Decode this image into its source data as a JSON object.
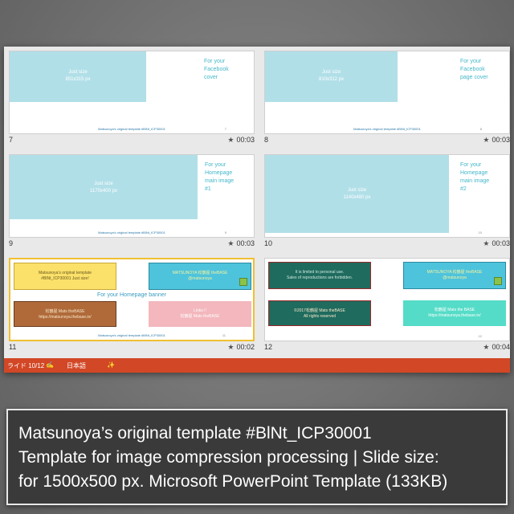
{
  "slides": [
    {
      "number": "7",
      "duration": "00:03",
      "caption_lines": [
        "Just size",
        "851x315 px"
      ],
      "side_text": [
        "For your",
        "Facebook",
        "cover"
      ],
      "footer": "Matsunoya's original template #BlNt_ICP30001",
      "page": "7"
    },
    {
      "number": "8",
      "duration": "00:03",
      "caption_lines": [
        "Just size",
        "810x312 px"
      ],
      "side_text": [
        "For your",
        "Facebook",
        "page cover"
      ],
      "footer": "Matsunoya's original template #BlNt_ICP30001",
      "page": "8"
    },
    {
      "number": "9",
      "duration": "00:03",
      "caption_lines": [
        "Just size",
        "1170x400 px"
      ],
      "side_text": [
        "For your",
        "Homepage",
        "main image",
        "#1"
      ],
      "footer": "Matsunoya's original template #BlNt_ICP30001",
      "page": "9"
    },
    {
      "number": "10",
      "duration": "00:03",
      "caption_lines": [
        "Just size",
        "1140x480 px"
      ],
      "side_text": [
        "For your",
        "Homepage",
        "main image",
        "#2"
      ],
      "footer": "Matsunoya's original template #BlNt_ICP30001",
      "page": "10"
    },
    {
      "number": "11",
      "duration": "00:02",
      "title": "For your Homepage banner",
      "banners": [
        [
          "Matsunoya's original template",
          "#BlNt_ICP30001      Just size!"
        ],
        [
          "MATSUNOYA 松鶴屋 theBASE",
          "@matsunoya"
        ],
        [
          "松鶴屋 Mats theBASE",
          "https://matsunoya.thebase.in/"
        ],
        [
          "Links !!",
          "松鶴屋 Mats theBASE"
        ]
      ],
      "footer": "Matsunoya's original template #BlNt_ICP30001",
      "page": "11"
    },
    {
      "number": "12",
      "duration": "00:04",
      "banners": [
        [
          "It is limited to personal use.",
          "Sales of reproductions are forbidden."
        ],
        [
          "MATSUNOYA 松鶴屋 theBASE",
          "@matsunoya"
        ],
        [
          "©2017松鶴屋 Mats theBASE",
          "All rights reserved"
        ],
        [
          "松鶴屋 Mats the BASE",
          "https://matsunoya.thebase.in/"
        ]
      ],
      "footer": "",
      "page": "12"
    }
  ],
  "status_bar": {
    "slide_indicator": "ライド 10/12",
    "language": "日本語"
  },
  "caption": {
    "lines": [
      "Matsunoya’s original template #BlNt_ICP30001",
      "Template for image compression processing | Slide size:",
      "for 1500x500 px. Microsoft PowerPoint Template (133KB)"
    ]
  },
  "colors": {
    "accent": "#d24726",
    "slide_blue": "#b1dfe8",
    "side_text": "#45b8c9",
    "caption_bg": "#3a3a3a"
  }
}
